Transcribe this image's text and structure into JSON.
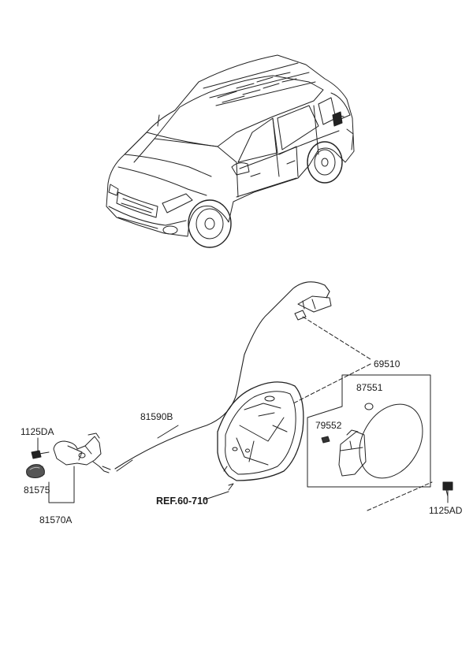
{
  "labels": {
    "p69510": "69510",
    "p87551": "87551",
    "p79552": "79552",
    "p81590B": "81590B",
    "p1125DA": "1125DA",
    "p81575": "81575",
    "p81570A": "81570A",
    "p1125AD": "1125AD",
    "ref": "REF.60-710"
  }
}
